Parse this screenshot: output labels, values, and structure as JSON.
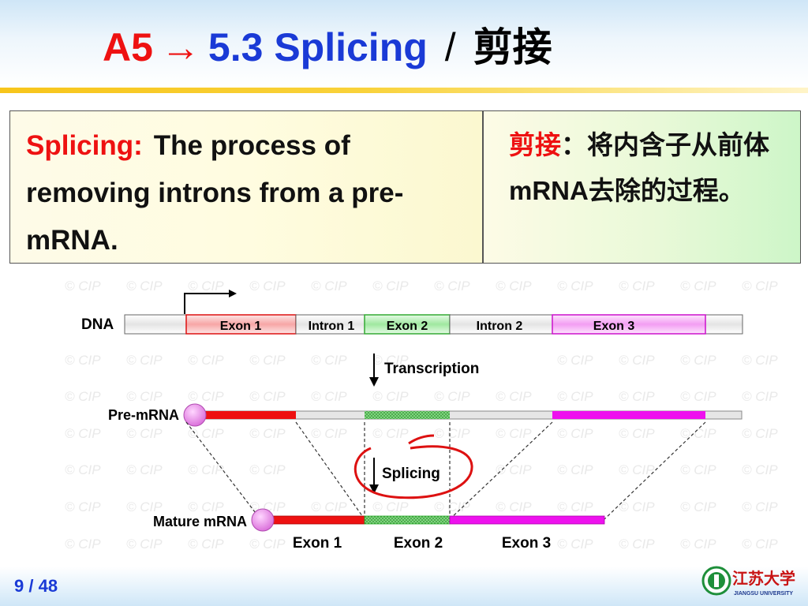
{
  "header": {
    "prefix": "A5",
    "arrow": "→",
    "section": "5.3  Splicing",
    "slash": "/",
    "title_zh": "剪接"
  },
  "definition": {
    "en_term": "Splicing:",
    "en_text": "The process of removing introns from a pre-mRNA.",
    "zh_term": "剪接",
    "zh_text": "：将内含子从前体mRNA去除的过程。"
  },
  "diagram": {
    "watermark": "© CIP",
    "dna_label": "DNA",
    "segments": [
      "Exon 1",
      "Intron 1",
      "Exon 2",
      "Intron 2",
      "Exon 3"
    ],
    "transcription_label": "Transcription",
    "pre_mrna_label": "Pre-mRNA",
    "splicing_label": "Splicing",
    "mature_mrna_label": "Mature mRNA",
    "mature_exons": [
      "Exon 1",
      "Exon 2",
      "Exon 3"
    ],
    "colors": {
      "exon1": "#ee1111",
      "exon2": "#55cc55",
      "exon3": "#ee11ee",
      "cap": "#ee88ee",
      "highlight_circle": "#dd1111"
    }
  },
  "footer": {
    "page": "9",
    "sep": " / ",
    "total": "48"
  },
  "logo": {
    "name_zh": "江苏大学",
    "name_en": "JIANGSU UNIVERSITY"
  }
}
